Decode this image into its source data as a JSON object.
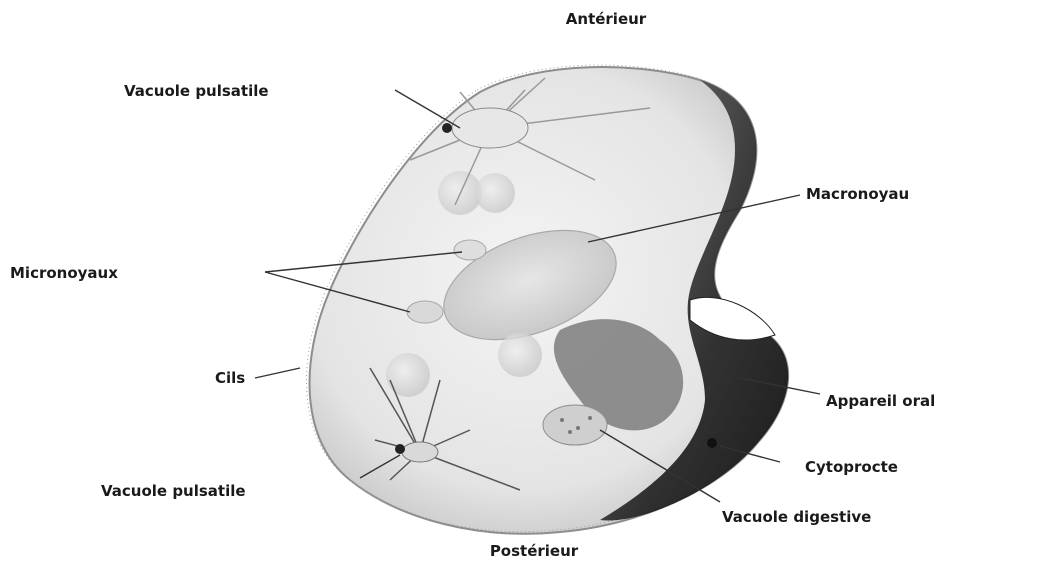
{
  "diagram": {
    "labels": {
      "anterior": "Antérieur",
      "posterior": "Postérieur",
      "contractile_vacuole_top": "Vacuole pulsatile",
      "contractile_vacuole_bottom": "Vacuole pulsatile",
      "macronucleus": "Macronoyau",
      "micronuclei": "Micronoyaux",
      "cilia": "Cils",
      "oral_apparatus": "Appareil oral",
      "cytoproct": "Cytoprocte",
      "digestive_vacuole": "Vacuole digestive"
    }
  }
}
